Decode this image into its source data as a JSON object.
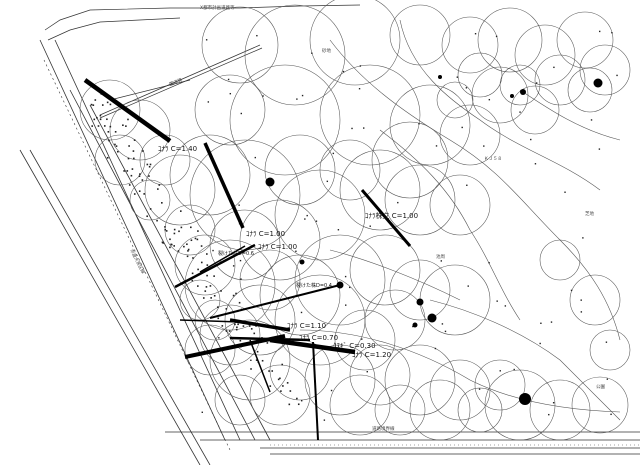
{
  "labels": {
    "top_heading": "X都市計画道路等",
    "road_label": "国道等",
    "sand_label": "砂地",
    "area_label": "ＫＪ５８",
    "grass_label": "芝地",
    "pond_label": "池周",
    "park_label": "公園",
    "vertical_road_label": "市道大宮区線",
    "bottom_label": "道路境界線"
  },
  "annotations": [
    {
      "id": "a1",
      "text": "ｺﾅﾗ C=1.40"
    },
    {
      "id": "a2",
      "text": "ｺﾅﾗ C=1.00"
    },
    {
      "id": "a3",
      "text": "ｺﾅﾗ C=1.00"
    },
    {
      "id": "a4",
      "text": "ｺﾅﾗ株立 C=1.00"
    },
    {
      "id": "a5",
      "text": "裂けた株D=0.6"
    },
    {
      "id": "a6",
      "text": "裂けた株D=0.4"
    },
    {
      "id": "a7",
      "text": "ｺﾅﾗ C=1.10"
    },
    {
      "id": "a8",
      "text": "ｺﾅﾗ C=0.70"
    },
    {
      "id": "a9",
      "text": "ｸﾇｷﾞ C=0.30"
    },
    {
      "id": "a10",
      "text": "ｺﾅﾗ C=1.20"
    }
  ],
  "colors": {
    "line": "#222222",
    "thin": "#555555",
    "leader": "#000000",
    "trunk": "#000000"
  }
}
